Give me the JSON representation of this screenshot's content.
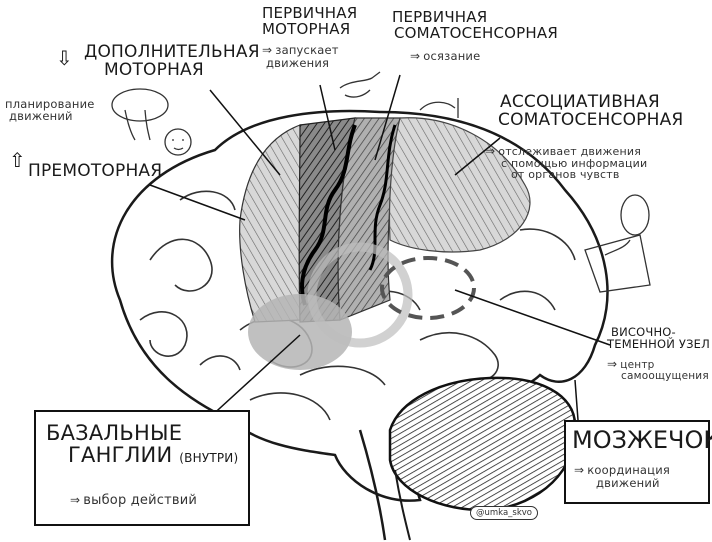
{
  "labels": {
    "supplementary_motor": {
      "line1": "ДОПОЛНИТЕЛЬНАЯ",
      "line2": "МОТОРНАЯ"
    },
    "planning": {
      "line1": "планирование",
      "line2": "движений"
    },
    "premotor": "ПРЕМОТОРНАЯ",
    "primary_motor": {
      "line1": "ПЕРВИЧНАЯ",
      "line2": "МОТОРНАЯ",
      "note1": "запускает",
      "note2": "движения"
    },
    "primary_somato": {
      "line1": "ПЕРВИЧНАЯ",
      "line2": "СОМАТОСЕНСОРНАЯ",
      "note": "осязание"
    },
    "assoc_somato": {
      "line1": "АССОЦИАТИВНАЯ",
      "line2": "СОМАТОСЕНСОРНАЯ",
      "note1": "отслеживает движения",
      "note2": "с помощью информации",
      "note3": "от органов чувств"
    },
    "parietal_node": {
      "line1": "ВИСОЧНО-",
      "line2": "ТЕМЕННОЙ УЗЕЛ",
      "note1": "центр",
      "note2": "самоощущения"
    },
    "basal_ganglia": {
      "line1": "БАЗАЛЬНЫЕ",
      "line2": "ГАНГЛИИ",
      "paren": "(ВНУТРИ)",
      "note": "выбор действий"
    },
    "cerebellum": {
      "title": "МОЗЖЕЧОК",
      "note1": "координация",
      "note2": "движений"
    },
    "credit": "@umka_skvo"
  },
  "icons": {
    "arrow": "right-arrow-icon",
    "down": "down-arrow-icon",
    "up": "up-arrow-icon"
  },
  "colors": {
    "ink": "#1a1a1a",
    "motor_shade": "#7a7a7a",
    "somato_shade": "#a8a8a8",
    "assoc_shade": "#cfcfcf",
    "basal_shade": "#b5b5b5"
  }
}
